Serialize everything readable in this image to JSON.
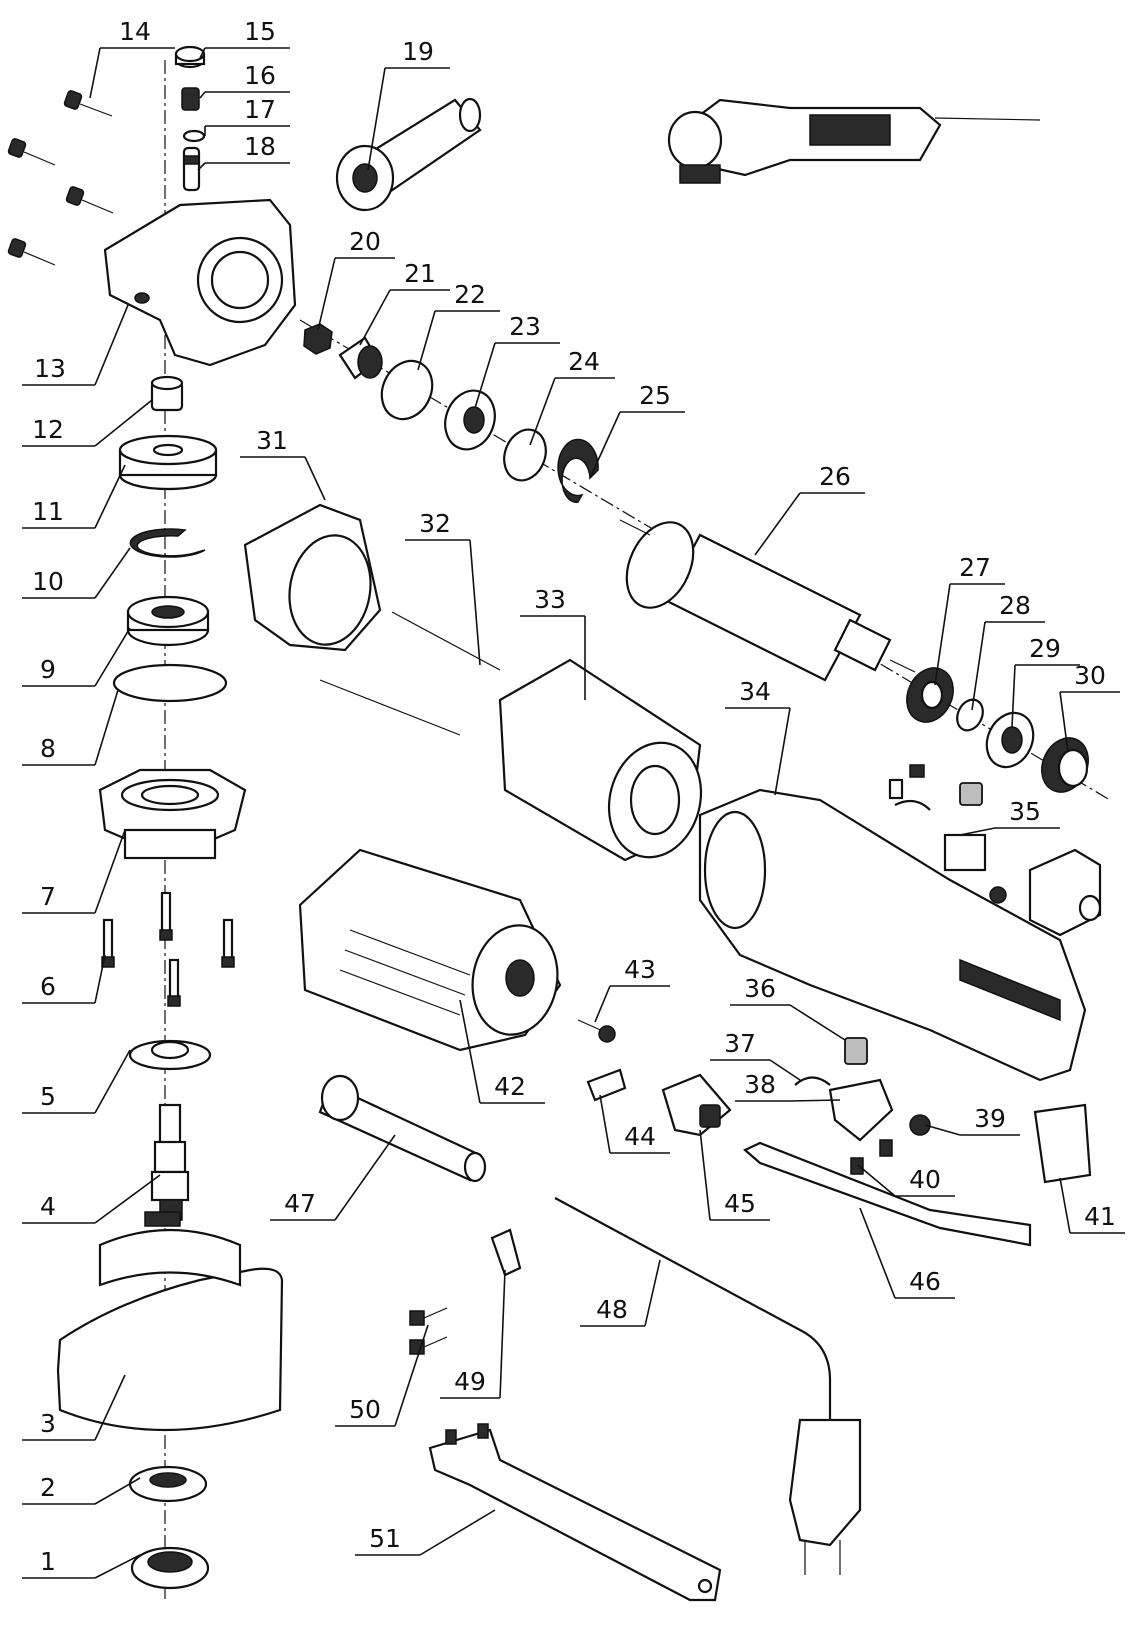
{
  "diagram": {
    "parts": [
      {
        "num": "1"
      },
      {
        "num": "2"
      },
      {
        "num": "3"
      },
      {
        "num": "4"
      },
      {
        "num": "5"
      },
      {
        "num": "6"
      },
      {
        "num": "7"
      },
      {
        "num": "8"
      },
      {
        "num": "9"
      },
      {
        "num": "10"
      },
      {
        "num": "11"
      },
      {
        "num": "12"
      },
      {
        "num": "13"
      },
      {
        "num": "14"
      },
      {
        "num": "15"
      },
      {
        "num": "16"
      },
      {
        "num": "17"
      },
      {
        "num": "18"
      },
      {
        "num": "19"
      },
      {
        "num": "20"
      },
      {
        "num": "21"
      },
      {
        "num": "22"
      },
      {
        "num": "23"
      },
      {
        "num": "24"
      },
      {
        "num": "25"
      },
      {
        "num": "26"
      },
      {
        "num": "27"
      },
      {
        "num": "28"
      },
      {
        "num": "29"
      },
      {
        "num": "30"
      },
      {
        "num": "31"
      },
      {
        "num": "32"
      },
      {
        "num": "33"
      },
      {
        "num": "34"
      },
      {
        "num": "35"
      },
      {
        "num": "36"
      },
      {
        "num": "37"
      },
      {
        "num": "38"
      },
      {
        "num": "39"
      },
      {
        "num": "40"
      },
      {
        "num": "41"
      },
      {
        "num": "42"
      },
      {
        "num": "43"
      },
      {
        "num": "44"
      },
      {
        "num": "45"
      },
      {
        "num": "46"
      },
      {
        "num": "47"
      },
      {
        "num": "48"
      },
      {
        "num": "49"
      },
      {
        "num": "50"
      },
      {
        "num": "51"
      }
    ]
  }
}
